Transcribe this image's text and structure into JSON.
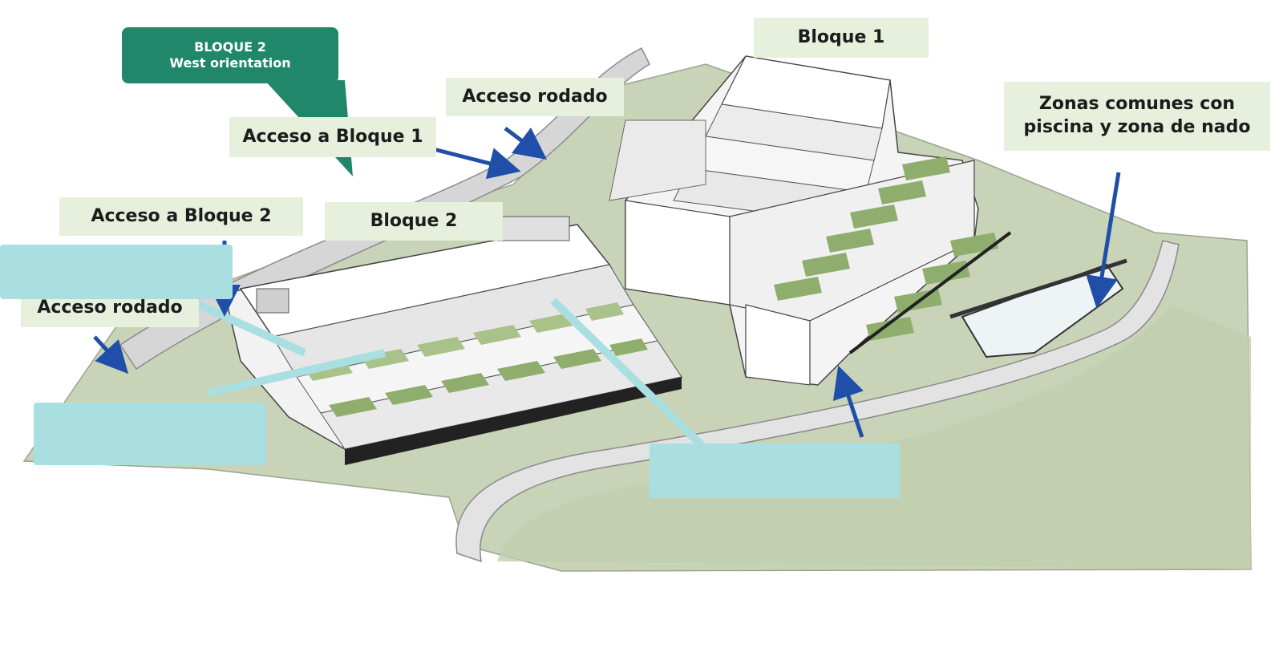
{
  "labels": {
    "bloque1": "Bloque 1",
    "bloque2": "Bloque 2",
    "acceso_rodado_top": "Acceso rodado",
    "acceso_bloque1": "Acceso a Bloque 1",
    "acceso_bloque2": "Acceso a Bloque 2",
    "acceso_rodado_left": "Acceso rodado",
    "zonas_line1": "Zonas comunes con",
    "zonas_line2": "piscina y zona de nado"
  },
  "callout": {
    "title": "BLOQUE 2",
    "subtitle": "West orientation"
  },
  "colors": {
    "callout_green": "#21876a",
    "label_bg": "#e7f0dc",
    "arrow_blue": "#1f4fa8",
    "terrain": "#c8d3b8",
    "roof_green": "#8fae6e",
    "road_gray": "#d6d6d6",
    "redaction_cyan": "#a9dfe0"
  }
}
